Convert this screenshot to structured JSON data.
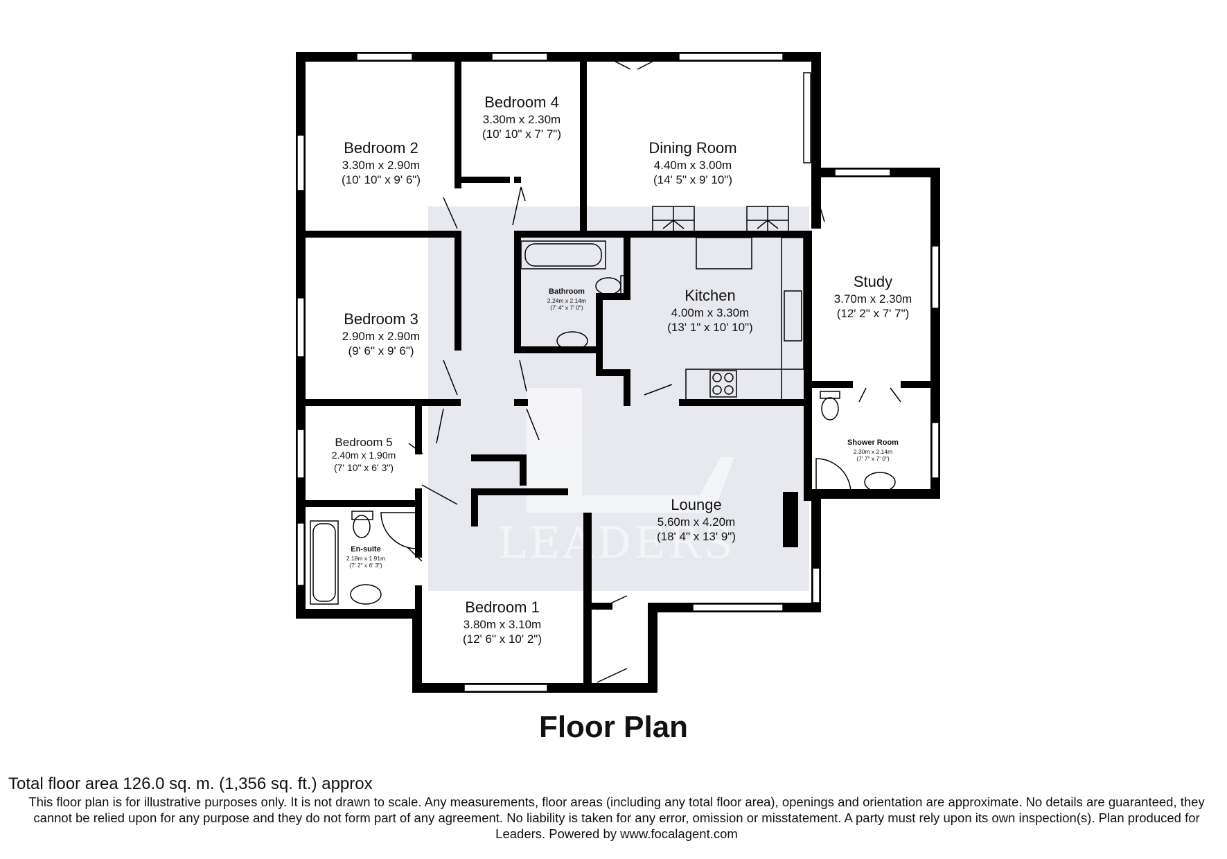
{
  "rooms": {
    "bedroom2": {
      "name": "Bedroom 2",
      "metric": "3.30m x 2.90m",
      "imperial": "(10' 10\" x 9' 6\")"
    },
    "bedroom4": {
      "name": "Bedroom 4",
      "metric": "3.30m x 2.30m",
      "imperial": "(10' 10\" x 7' 7\")"
    },
    "dining": {
      "name": "Dining Room",
      "metric": "4.40m x 3.00m",
      "imperial": "(14' 5\" x 9' 10\")"
    },
    "bedroom3": {
      "name": "Bedroom 3",
      "metric": "2.90m x 2.90m",
      "imperial": "(9' 6\" x 9' 6\")"
    },
    "bathroom": {
      "name": "Bathroom",
      "metric": "2.24m x 2.14m",
      "imperial": "(7' 4\" x 7' 0\")"
    },
    "kitchen": {
      "name": "Kitchen",
      "metric": "4.00m x 3.30m",
      "imperial": "(13' 1\" x 10' 10\")"
    },
    "study": {
      "name": "Study",
      "metric": "3.70m x 2.30m",
      "imperial": "(12' 2\" x 7' 7\")"
    },
    "bedroom5": {
      "name": "Bedroom 5",
      "metric": "2.40m x 1.90m",
      "imperial": "(7' 10\" x 6' 3\")"
    },
    "shower": {
      "name": "Shower Room",
      "metric": "2.30m x 2.14m",
      "imperial": "(7' 7\" x 7' 0\")"
    },
    "lounge": {
      "name": "Lounge",
      "metric": "5.60m x 4.20m",
      "imperial": "(18' 4\" x 13' 9\")"
    },
    "ensuite": {
      "name": "En-suite",
      "metric": "2.18m x 1.91m",
      "imperial": "(7' 2\" x 6' 3\")"
    },
    "bedroom1": {
      "name": "Bedroom 1",
      "metric": "3.80m x 3.10m",
      "imperial": "(12' 6\" x 10' 2\")"
    }
  },
  "watermark": {
    "text": "LEADERS",
    "color": "#1f2a6b"
  },
  "colors": {
    "wall": "#000000",
    "shading": "#e8e9ee",
    "window": "#ffffff"
  },
  "title": "Floor Plan",
  "total_area": "Total floor area 126.0 sq. m. (1,356 sq. ft.) approx",
  "disclaimer": "This floor plan is for illustrative purposes only. It is not drawn to scale. Any measurements, floor areas (including any total floor area), openings and orientation are approximate. No details are guaranteed, they cannot be relied upon for any purpose and they do not form part of any agreement. No liability is taken for any error, omission or misstatement. A party must rely upon its own inspection(s). Plan produced for Leaders. Powered by www.focalagent.com"
}
